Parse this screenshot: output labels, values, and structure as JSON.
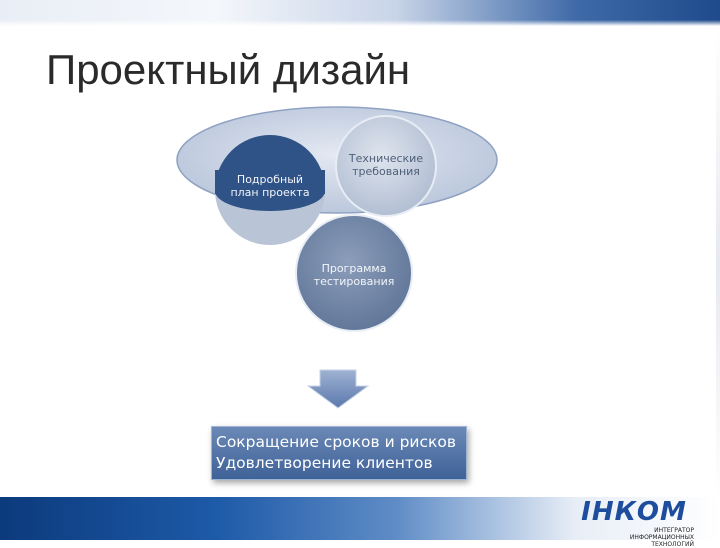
{
  "slide": {
    "title": "Проектный дизайн"
  },
  "diagram": {
    "circles": [
      {
        "id": "plan",
        "lines": [
          "Подробный",
          "план проекта"
        ],
        "color": "#2f5287"
      },
      {
        "id": "requirements",
        "lines": [
          "Технические",
          "требования"
        ],
        "color": "#c9d2e0"
      },
      {
        "id": "testing",
        "lines": [
          "Программа",
          "тестирования"
        ],
        "color": "#778ba8"
      }
    ],
    "ellipse_color": "#c5cfdf",
    "arrow_color": "#7a94bf"
  },
  "result": {
    "line1": "Сокращение сроков и рисков",
    "line2": "Удовлетворение клиентов",
    "color": "#5576a8"
  },
  "logo": {
    "word": "IНКОМ",
    "tagline": "ИНТЕГРАТОР ИНФОРМАЦИОННЫХ ТЕХНОЛОГИЙ"
  }
}
